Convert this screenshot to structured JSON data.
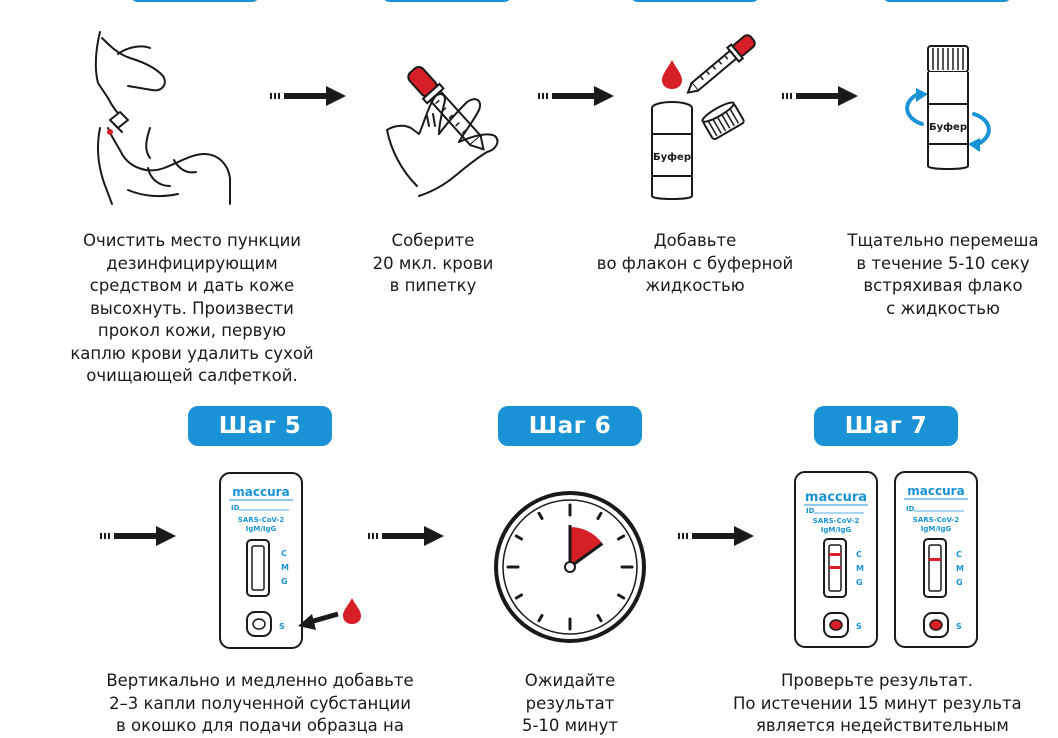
{
  "colors": {
    "accent": "#1a93d6",
    "blood": "#d61f26",
    "outline": "#1a1a1a"
  },
  "steps": [
    {
      "badge": "",
      "caption": [
        "Очистить место пункции",
        "дезинфицирующим",
        "средством и дать коже",
        "высохнуть. Произвести",
        "прокол кожи, первую",
        "каплю крови удалить сухой",
        "очищающей салфеткой."
      ]
    },
    {
      "badge": "",
      "caption": [
        "Соберите",
        "20 мкл. крови",
        "в пипетку"
      ]
    },
    {
      "badge": "",
      "caption": [
        "Добавьте",
        "во флакон с буферной",
        "жидкостью"
      ]
    },
    {
      "badge": "",
      "caption": [
        "Тщательно перемеша",
        "в течение 5-10 секу",
        "встряхивая флако",
        "с жидкостью"
      ]
    },
    {
      "badge": "Шаг 5",
      "caption": [
        "Вертикально и медленно добавьте",
        "2–3 капли полученной субстанции",
        "в окошко для подачи образца на"
      ]
    },
    {
      "badge": "Шаг 6",
      "caption": [
        "Ожидайте",
        "результат",
        "5-10 минут"
      ]
    },
    {
      "badge": "Шаг 7",
      "caption": [
        "Проверьте результат.",
        "По истечении 15 минут результа",
        "является недействительным"
      ]
    }
  ],
  "vial_label": "Буфер",
  "cassette": {
    "brand": "maccura",
    "id_label": "ID",
    "test_name": "SARS-CoV-2",
    "test_sub": "IgM/IgG",
    "marks": [
      "C",
      "M",
      "G"
    ],
    "sample_mark": "S"
  },
  "timer": {
    "elapsed_fraction": 0.15
  },
  "icons": [
    "hand-lancet-icon",
    "pipette-icon",
    "blood-drop-icon",
    "buffer-vial-icon",
    "vial-cap-icon",
    "rotate-arrows-icon",
    "arrow-right-icon",
    "clock-icon",
    "test-cassette-icon"
  ]
}
